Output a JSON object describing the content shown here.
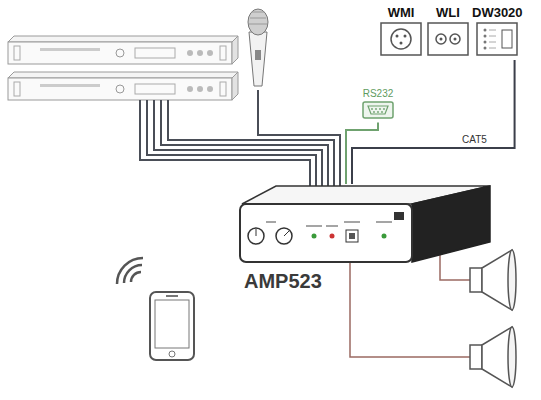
{
  "diagram": {
    "nodes": [
      {
        "text": [
          "WMI"
        ]
      },
      {
        "text": [
          "WLI"
        ]
      },
      {
        "text": [
          "DW3020"
        ]
      },
      {
        "text": [
          "RS232"
        ]
      },
      {
        "text": [
          "AMP523"
        ]
      }
    ],
    "edges": [
      {
        "from": 2,
        "to": 4,
        "label": "CAT5",
        "arrow": "none"
      },
      {
        "from": 3,
        "to": 4,
        "arrow": "none"
      }
    ]
  }
}
